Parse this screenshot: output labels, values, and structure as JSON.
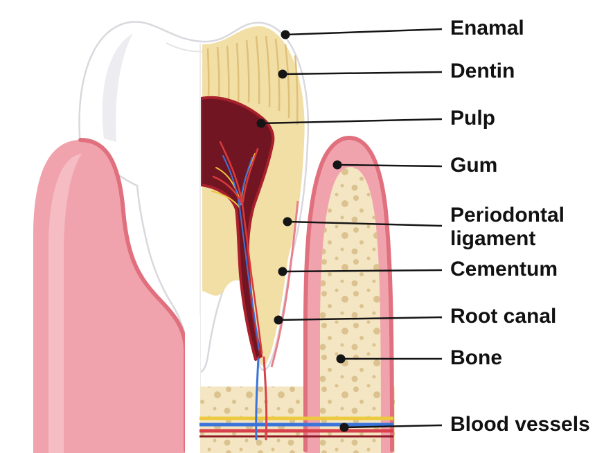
{
  "diagram": {
    "type": "anatomical-diagram",
    "subject": "Tooth cross-section anatomy",
    "labels": [
      {
        "id": "enamal",
        "text": "Enamal"
      },
      {
        "id": "dentin",
        "text": "Dentin"
      },
      {
        "id": "pulp",
        "text": "Pulp"
      },
      {
        "id": "gum",
        "text": "Gum"
      },
      {
        "id": "periodontal-ligament",
        "text": "Periodontal ligament"
      },
      {
        "id": "cementum",
        "text": "Cementum"
      },
      {
        "id": "root-canal",
        "text": "Root canal"
      },
      {
        "id": "bone",
        "text": "Bone"
      },
      {
        "id": "blood-vessels",
        "text": "Blood vessels"
      }
    ],
    "colors": {
      "label_text": "#111111",
      "leader_line": "#151515",
      "enamel_white": "#FFFFFF",
      "dentin_tan": "#F2DFA6",
      "pulp_maroon": "#721523",
      "gum_pink": "#F1A3AD",
      "gum_edge_pink": "#E0707D",
      "bone_cream": "#F4E6C3",
      "bone_speckle": "#D9BE8A",
      "vessel_red": "#D8414B",
      "vessel_blue": "#3B74D9",
      "vessel_yellow": "#EDC93F"
    }
  }
}
